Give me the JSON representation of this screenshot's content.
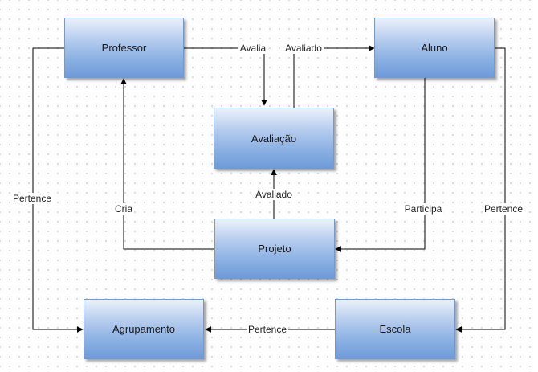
{
  "nodes": {
    "professor": "Professor",
    "aluno": "Aluno",
    "avaliacao": "Avaliação",
    "projeto": "Projeto",
    "agrupamento": "Agrupamento",
    "escola": "Escola"
  },
  "edges": {
    "professor_avaliacao": "Avalia",
    "aluno_avaliacao": "Avaliado",
    "projeto_avaliacao": "Avaliado",
    "projeto_professor": "Cria",
    "aluno_projeto": "Participa",
    "professor_agrupamento": "Pertence",
    "aluno_escola": "Pertence",
    "escola_agrupamento": "Pertence"
  },
  "colors": {
    "line": "#000000",
    "node_fill": "#8ab0e3",
    "node_border": "#7b98c5"
  }
}
